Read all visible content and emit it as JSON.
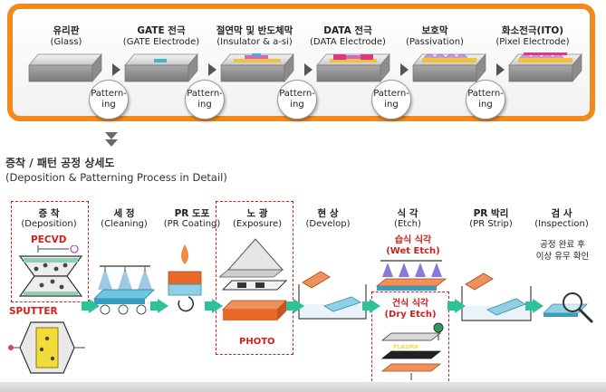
{
  "top_steps": [
    {
      "title": "유리판",
      "subtitle": "(Glass)"
    },
    {
      "title": "GATE 전극",
      "subtitle": "(GATE Electrode)"
    },
    {
      "title": "절연막 및 반도체막",
      "subtitle": "(Insulator & a-si)"
    },
    {
      "title": "DATA 전극",
      "subtitle": "(DATA Electrode)"
    },
    {
      "title": "보호막",
      "subtitle": "(Passivation)"
    },
    {
      "title": "화소전극(ITO)",
      "subtitle": "(Pixel Electrode)"
    }
  ],
  "patterning": [
    "Pattern-\ning",
    "Pattern-\ning",
    "Pattern-\ning",
    "Pattern-\ning",
    "Pattern-\ning"
  ],
  "section": {
    "title": "증착 / 패턴 공정 상세도",
    "subtitle": "(Deposition & Patterning Process in Detail)"
  },
  "process_steps": [
    {
      "title": "증 착",
      "subtitle": "(Deposition)"
    },
    {
      "title": "세 정",
      "subtitle": "(Cleaning)"
    },
    {
      "title": "PR 도포",
      "subtitle": "(PR Coating)"
    },
    {
      "title": "노 광",
      "subtitle": "(Exposure)"
    },
    {
      "title": "현 상",
      "subtitle": "(Develop)"
    },
    {
      "title": "식 각",
      "subtitle": "(Etch)"
    },
    {
      "title": "PR 박리",
      "subtitle": "(PR Strip)"
    },
    {
      "title": "검 사",
      "subtitle": "(Inspection)"
    }
  ],
  "labels": {
    "pecvd": "PECVD",
    "sputter": "SPUTTER",
    "photo": "PHOTO",
    "wet_etch": "습식 식각",
    "wet_etch_en": "(Wet Etch)",
    "dry_etch": "건식 식각",
    "dry_etch_en": "(Dry Etch)",
    "inspection_note_1": "공정 완료 후",
    "inspection_note_2": "이상 유무 확인",
    "plasma": "PLASMA"
  },
  "colors": {
    "frame_orange": "#f08a1c",
    "flow_green": "#2fc197",
    "highlight_red": "#d0201b"
  }
}
